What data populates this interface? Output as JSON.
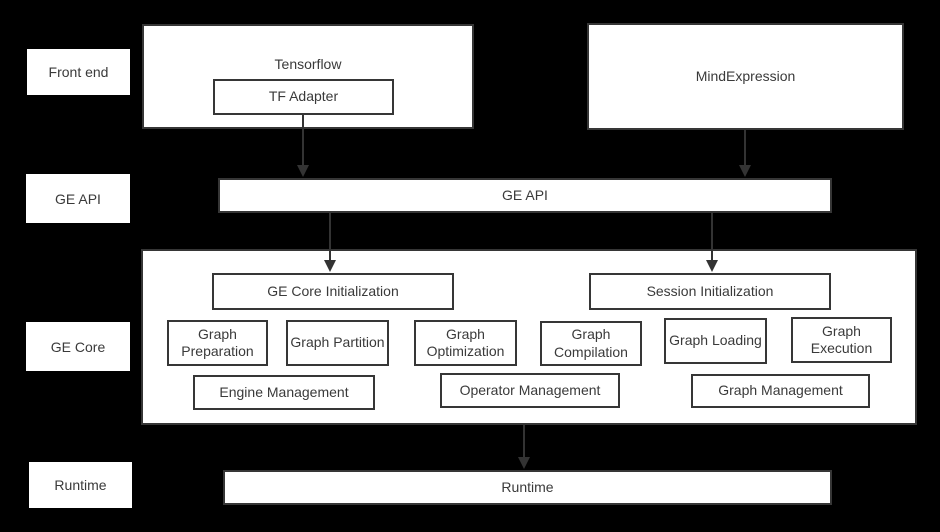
{
  "layers": {
    "front_end": "Front end",
    "ge_api": "GE API",
    "ge_core": "GE Core",
    "runtime": "Runtime"
  },
  "front_end": {
    "tensorflow": "Tensorflow",
    "tf_adapter": "TF Adapter",
    "mind_expression": "MindExpression"
  },
  "api": {
    "label": "GE API"
  },
  "core": {
    "init": "GE Core Initialization",
    "session_init": "Session Initialization",
    "modules": [
      "Graph Preparation",
      "Graph Partition",
      "Graph Optimization",
      "Graph Compilation",
      "Graph Loading",
      "Graph Execution"
    ],
    "management": [
      "Engine Management",
      "Operator Management",
      "Graph Management"
    ]
  },
  "runtime": {
    "label": "Runtime"
  },
  "colors": {
    "background": "#000000",
    "box_fill": "#ffffff",
    "box_border": "#363636",
    "text": "#3a3a3a",
    "arrow": "#333333"
  }
}
